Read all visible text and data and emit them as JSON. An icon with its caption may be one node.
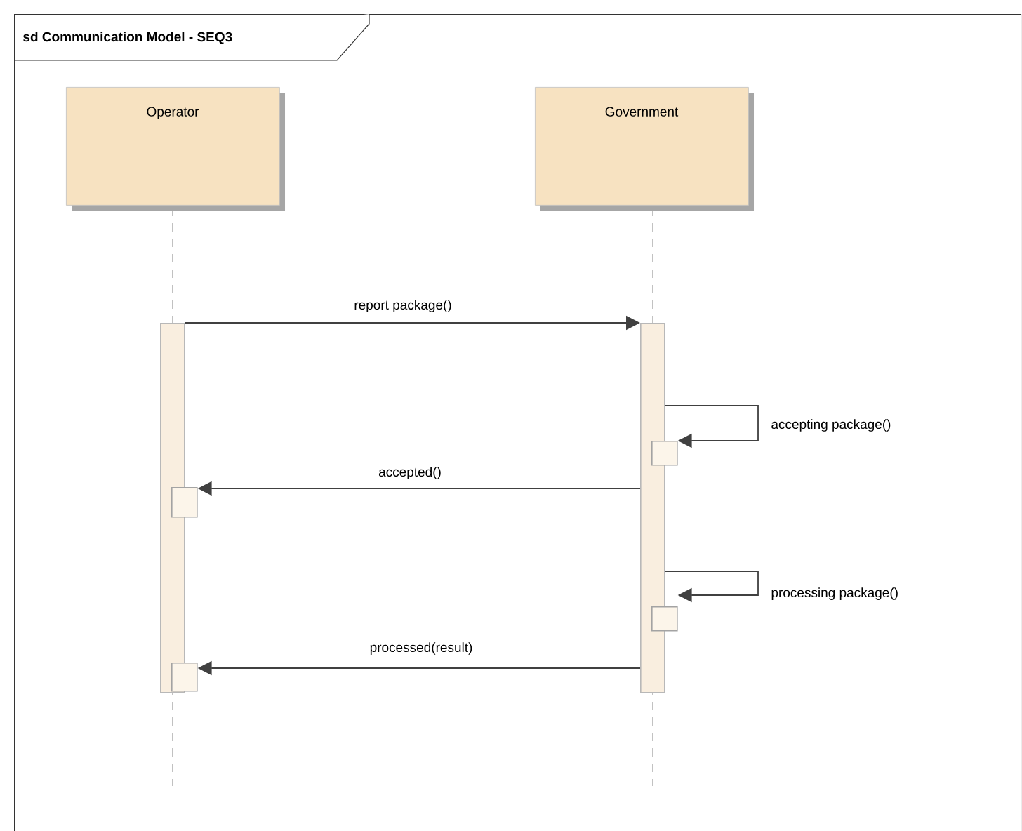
{
  "diagram": {
    "nodes": [
      {
        "text": [
          "sd Communication Model - SEQ3"
        ]
      },
      {
        "text": [
          "Operator"
        ],
        "in": 0
      },
      {
        "text": [
          "Government"
        ],
        "in": 0
      },
      {
        "text": [],
        "shape": "bar",
        "in": 0
      },
      {
        "text": [],
        "shape": "bar",
        "in": 0
      },
      {
        "text": [],
        "shape": "box",
        "in": 0
      },
      {
        "text": [],
        "shape": "box",
        "in": 0
      },
      {
        "text": [],
        "shape": "box",
        "in": 0
      },
      {
        "text": [],
        "shape": "box",
        "in": 0
      }
    ],
    "edges": [
      {
        "from": 3,
        "to": 4,
        "arrow": "to",
        "label": "report package()"
      },
      {
        "from": 4,
        "to": 5,
        "arrow": "to",
        "label": "accepting package()"
      },
      {
        "from": 4,
        "to": 6,
        "arrow": "to",
        "label": "accepted()"
      },
      {
        "from": 4,
        "to": 7,
        "arrow": "to",
        "label": "processing package()"
      },
      {
        "from": 4,
        "to": 8,
        "arrow": "to",
        "label": "processed(result)"
      }
    ]
  }
}
